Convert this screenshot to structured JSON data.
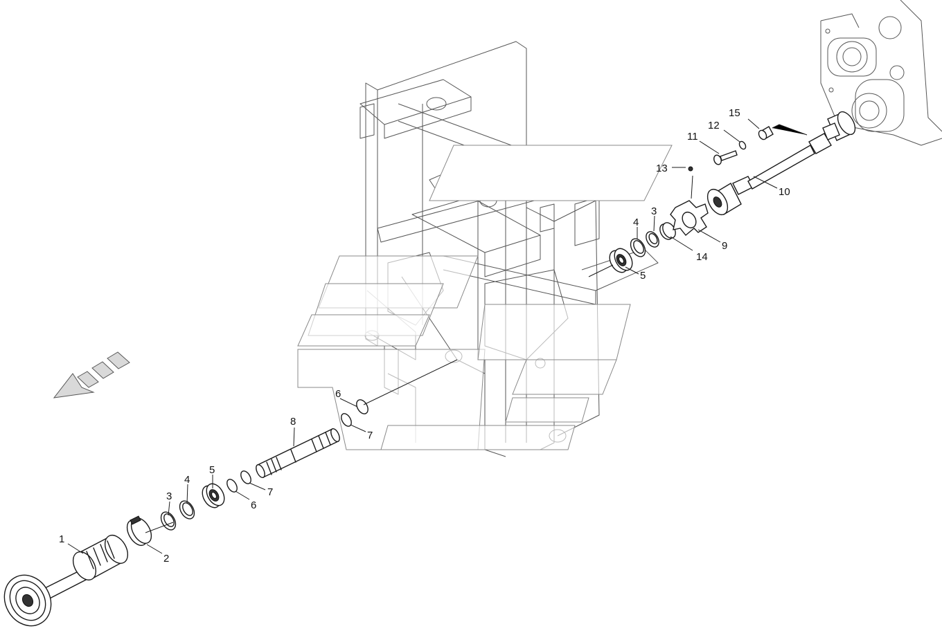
{
  "callouts": [
    {
      "id": "c1",
      "text": "1"
    },
    {
      "id": "c2",
      "text": "2"
    },
    {
      "id": "c3a",
      "text": "3"
    },
    {
      "id": "c3b",
      "text": "3"
    },
    {
      "id": "c4a",
      "text": "4"
    },
    {
      "id": "c4b",
      "text": "4"
    },
    {
      "id": "c5a",
      "text": "5"
    },
    {
      "id": "c5b",
      "text": "5"
    },
    {
      "id": "c6a",
      "text": "6"
    },
    {
      "id": "c6b",
      "text": "6"
    },
    {
      "id": "c7a",
      "text": "7"
    },
    {
      "id": "c7b",
      "text": "7"
    },
    {
      "id": "c8",
      "text": "8"
    },
    {
      "id": "c9",
      "text": "9"
    },
    {
      "id": "c10",
      "text": "10"
    },
    {
      "id": "c11",
      "text": "11"
    },
    {
      "id": "c12",
      "text": "12"
    },
    {
      "id": "c13",
      "text": "13"
    },
    {
      "id": "c14",
      "text": "14"
    },
    {
      "id": "c15",
      "text": "15"
    }
  ],
  "icons": {
    "direction_arrow": "direction-arrow-icon"
  },
  "colors": {
    "ink": "#1a1a1a",
    "background": "#ffffff",
    "hatch": "#d9d9d9"
  }
}
